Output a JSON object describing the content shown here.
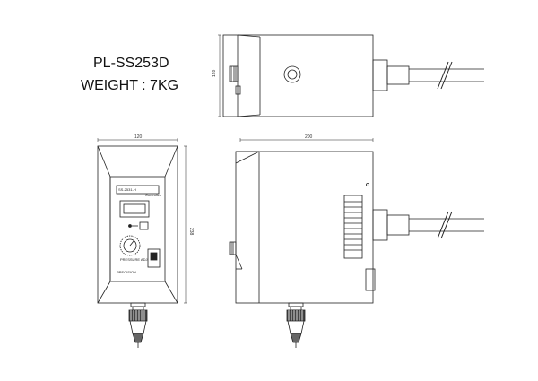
{
  "title": {
    "model": "PL-SS253D",
    "weight": "WEIGHT : 7KG"
  },
  "dimensions": {
    "top_view_height": "120",
    "front_width": "120",
    "front_height": "238",
    "side_width": "200"
  },
  "panel": {
    "brand_text": "SS-2531-H",
    "controller_text": "Controller",
    "dial_label": "PRESSURE ADJ",
    "maker_text": "PRECISION"
  }
}
